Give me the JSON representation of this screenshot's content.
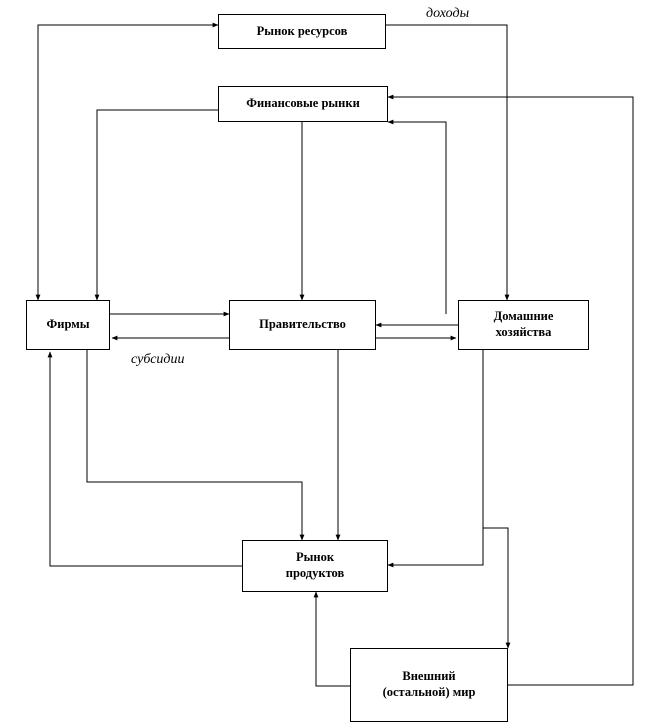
{
  "nodes": {
    "resource_market": "Рынок ресурсов",
    "financial_markets": "Финансовые рынки",
    "firms": "Фирмы",
    "government": "Правительство",
    "households": "Домашние хозяйства",
    "product_market": "Рынок продуктов",
    "external_world": "Внешний (остальной) мир"
  },
  "labels": {
    "income": "доходы",
    "subsidies": "субсидии"
  },
  "edges": [
    {
      "from": "firms",
      "to": "resource_market"
    },
    {
      "from": "resource_market",
      "to": "firms"
    },
    {
      "from": "resource_market",
      "to": "households"
    },
    {
      "from": "financial_markets",
      "to": "firms"
    },
    {
      "from": "financial_markets",
      "to": "government"
    },
    {
      "from": "households",
      "to": "financial_markets"
    },
    {
      "from": "external_world",
      "to": "financial_markets"
    },
    {
      "from": "firms",
      "to": "government"
    },
    {
      "from": "government",
      "to": "firms",
      "label": "subsidies"
    },
    {
      "from": "households",
      "to": "government"
    },
    {
      "from": "government",
      "to": "households"
    },
    {
      "from": "firms",
      "to": "product_market"
    },
    {
      "from": "government",
      "to": "product_market"
    },
    {
      "from": "households",
      "to": "product_market"
    },
    {
      "from": "product_market",
      "to": "firms"
    },
    {
      "from": "households",
      "to": "external_world"
    },
    {
      "from": "external_world",
      "to": "product_market"
    }
  ]
}
